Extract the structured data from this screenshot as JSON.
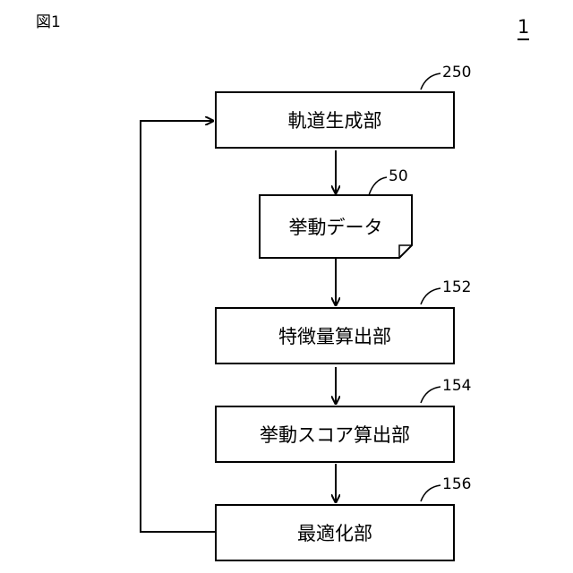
{
  "figure_label": "図1",
  "system_number": "1",
  "nodes": [
    {
      "id": "trajectory",
      "label": "軌道生成部",
      "ref": "250"
    },
    {
      "id": "behavior_data",
      "label": "挙動データ",
      "ref": "50"
    },
    {
      "id": "feature",
      "label": "特徴量算出部",
      "ref": "152"
    },
    {
      "id": "score",
      "label": "挙動スコア算出部",
      "ref": "154"
    },
    {
      "id": "optimize",
      "label": "最適化部",
      "ref": "156"
    }
  ]
}
